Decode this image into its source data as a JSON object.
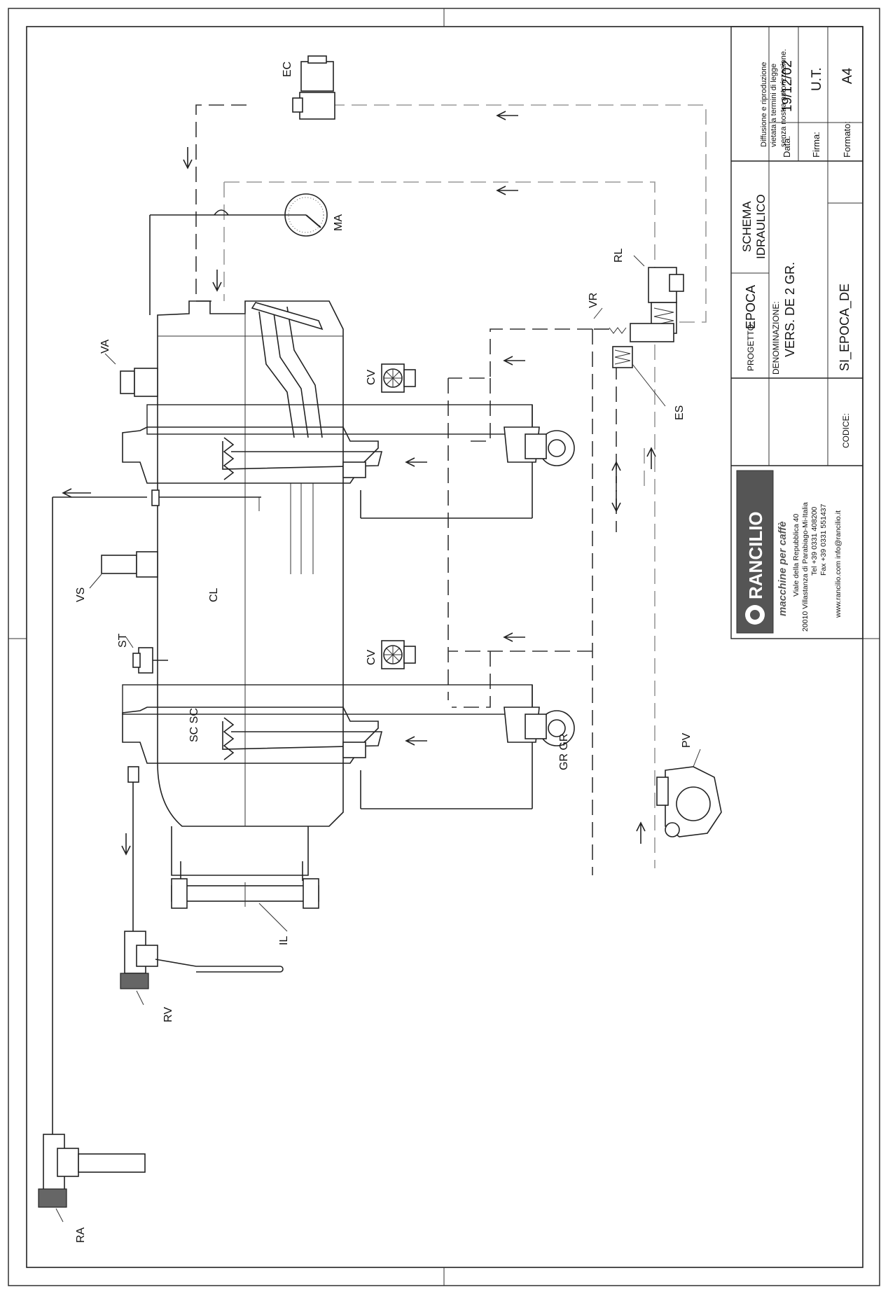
{
  "components": {
    "EC": "EC",
    "MA": "MA",
    "RL": "RL",
    "VR": "VR",
    "ES": "ES",
    "VA": "VA",
    "CV1": "CV",
    "CV2": "CV",
    "VS": "VS",
    "CL": "CL",
    "ST": "ST",
    "SC": "SC SC",
    "GR": "GR GR",
    "PV": "PV",
    "IL": "IL",
    "RV": "RV",
    "RA": "RA"
  },
  "title_block": {
    "rights_line1": "Diffusione e riproduzione",
    "rights_line2": "vietata a termini di legge",
    "rights_line3": "senza nostra autorizzazione.",
    "date_label": "Data:",
    "date_value": "19/12/02",
    "sign_label": "Firma:",
    "sign_value": "U.T.",
    "format_label": "Formato:",
    "format_value": "A4",
    "drawing_title_1": "SCHEMA",
    "drawing_title_2": "IDRAULICO",
    "project_label": "PROGETTO:",
    "project_value": "EPOCA",
    "name_label": "DENOMINAZIONE:",
    "name_value": "VERS. DE 2 GR.",
    "code_label": "CODICE:",
    "code_value": "SI_EPOCA_DE",
    "brand": "RANCILIO",
    "tagline": "macchine per caffè",
    "addr1": "Viale della Repubblica 40",
    "addr2": "20010 Villastanza di Parabiago-Mi-Italia",
    "addr3": "Tel +39 0331 408200",
    "addr4": "Fax +39 0331 551437",
    "addr5": "www.rancilio.com    info@rancilio.it"
  },
  "colors": {
    "line": "#222222",
    "return_line": "#999999",
    "logo": "#555555"
  }
}
